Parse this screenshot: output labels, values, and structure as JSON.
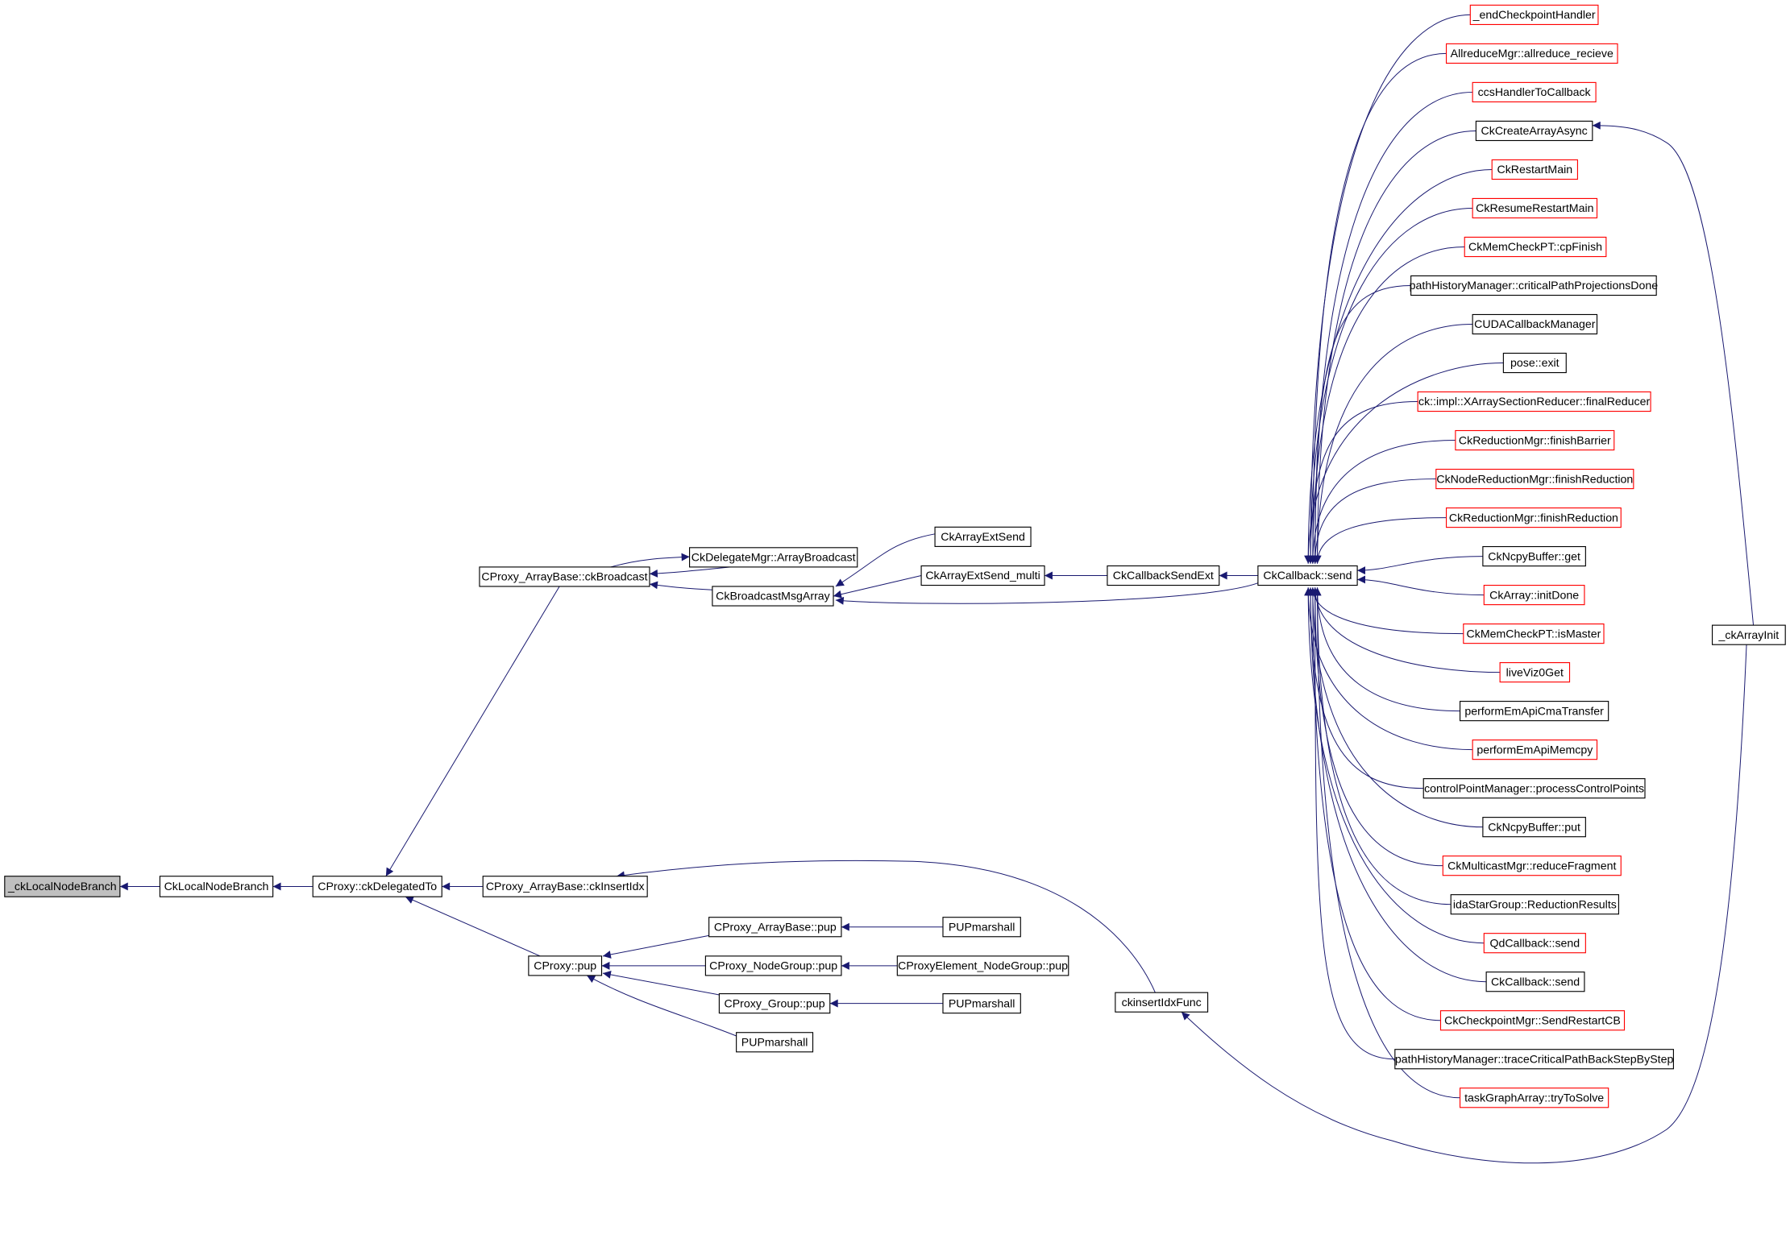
{
  "graph": {
    "title": "Call graph of _ckLocalNodeBranch",
    "colors": {
      "edge": "#191970",
      "root_fill": "#bfbfbf",
      "truncated_border": "#ff0000",
      "normal_border": "#000000"
    },
    "nodes": {
      "root": {
        "label": "_ckLocalNodeBranch",
        "style": "root"
      },
      "ckLocalNodeBranch": {
        "label": "CkLocalNodeBranch",
        "style": "normal"
      },
      "ckDelegatedTo": {
        "label": "CProxy::ckDelegatedTo",
        "style": "normal"
      },
      "ckBroadcast": {
        "label": "CProxy_ArrayBase::ckBroadcast",
        "style": "normal"
      },
      "ckInsertIdx": {
        "label": "CProxy_ArrayBase::ckInsertIdx",
        "style": "normal"
      },
      "proxyPup": {
        "label": "CProxy::pup",
        "style": "normal"
      },
      "arrayBroadcast": {
        "label": "CkDelegateMgr::ArrayBroadcast",
        "style": "normal"
      },
      "broadcastMsgArray": {
        "label": "CkBroadcastMsgArray",
        "style": "normal"
      },
      "arrayExtSend": {
        "label": "CkArrayExtSend",
        "style": "normal"
      },
      "arrayExtSendMulti": {
        "label": "CkArrayExtSend_multi",
        "style": "normal"
      },
      "callbackSendExt": {
        "label": "CkCallbackSendExt",
        "style": "normal"
      },
      "callbackSend": {
        "label": "CkCallback::send",
        "style": "normal"
      },
      "arrayBasePup": {
        "label": "CProxy_ArrayBase::pup",
        "style": "normal"
      },
      "nodeGroupPup": {
        "label": "CProxy_NodeGroup::pup",
        "style": "normal"
      },
      "groupPup": {
        "label": "CProxy_Group::pup",
        "style": "normal"
      },
      "pupMarshall1": {
        "label": "PUPmarshall",
        "style": "normal"
      },
      "elemNodeGroupPup": {
        "label": "CProxyElement_NodeGroup::pup",
        "style": "normal"
      },
      "pupMarshall2": {
        "label": "PUPmarshall",
        "style": "normal"
      },
      "pupMarshall3": {
        "label": "PUPmarshall",
        "style": "normal"
      },
      "ckinsertIdxFunc": {
        "label": "ckinsertIdxFunc",
        "style": "normal"
      },
      "ckArrayInit": {
        "label": "_ckArrayInit",
        "style": "normal"
      },
      "r1": {
        "label": "_endCheckpointHandler",
        "style": "red"
      },
      "r2": {
        "label": "AllreduceMgr::allreduce_recieve",
        "style": "red"
      },
      "r3": {
        "label": "ccsHandlerToCallback",
        "style": "red"
      },
      "r4": {
        "label": "CkCreateArrayAsync",
        "style": "normal"
      },
      "r5": {
        "label": "CkRestartMain",
        "style": "red"
      },
      "r6": {
        "label": "CkResumeRestartMain",
        "style": "red"
      },
      "r7": {
        "label": "CkMemCheckPT::cpFinish",
        "style": "red"
      },
      "r8": {
        "label": "pathHistoryManager::criticalPathProjectionsDone",
        "style": "normal"
      },
      "r9": {
        "label": "CUDACallbackManager",
        "style": "normal"
      },
      "r10": {
        "label": "pose::exit",
        "style": "normal"
      },
      "r11": {
        "label": "ck::impl::XArraySectionReducer::finalReducer",
        "style": "red"
      },
      "r12": {
        "label": "CkReductionMgr::finishBarrier",
        "style": "red"
      },
      "r13": {
        "label": "CkNodeReductionMgr::finishReduction",
        "style": "red"
      },
      "r14": {
        "label": "CkReductionMgr::finishReduction",
        "style": "red"
      },
      "r15": {
        "label": "CkNcpyBuffer::get",
        "style": "normal"
      },
      "r16": {
        "label": "CkArray::initDone",
        "style": "red"
      },
      "r17": {
        "label": "CkMemCheckPT::isMaster",
        "style": "red"
      },
      "r18": {
        "label": "liveViz0Get",
        "style": "red"
      },
      "r19": {
        "label": "performEmApiCmaTransfer",
        "style": "normal"
      },
      "r20": {
        "label": "performEmApiMemcpy",
        "style": "red"
      },
      "r21": {
        "label": "controlPointManager::processControlPoints",
        "style": "normal"
      },
      "r22": {
        "label": "CkNcpyBuffer::put",
        "style": "normal"
      },
      "r23": {
        "label": "CkMulticastMgr::reduceFragment",
        "style": "red"
      },
      "r24": {
        "label": "idaStarGroup::ReductionResults",
        "style": "normal"
      },
      "r25": {
        "label": "QdCallback::send",
        "style": "red"
      },
      "r26": {
        "label": "CkCallback::send",
        "style": "normal"
      },
      "r27": {
        "label": "CkCheckpointMgr::SendRestartCB",
        "style": "red"
      },
      "r28": {
        "label": "pathHistoryManager::traceCriticalPathBackStepByStep",
        "style": "normal"
      },
      "r29": {
        "label": "taskGraphArray::tryToSolve",
        "style": "red"
      }
    }
  }
}
